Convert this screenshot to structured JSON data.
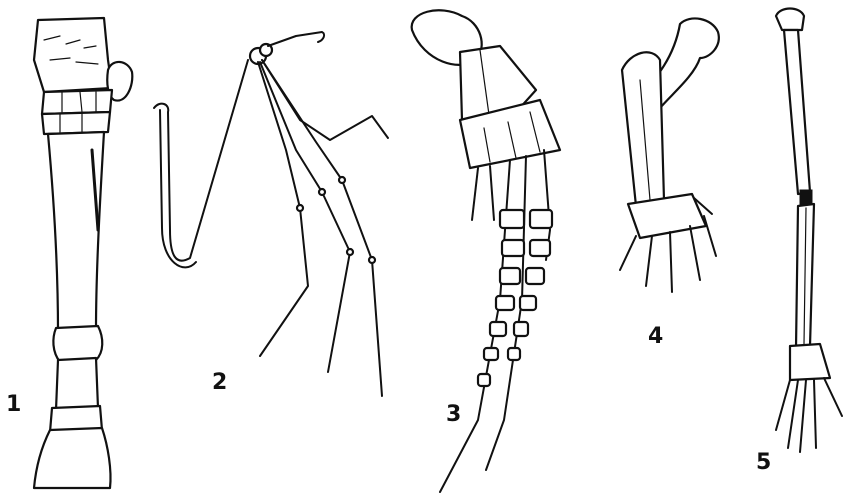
{
  "figure": {
    "labels": [
      "1",
      "2",
      "3",
      "4",
      "5"
    ],
    "limbs": [
      {
        "label": "1",
        "icon": "horse-leg-bones-icon"
      },
      {
        "label": "2",
        "icon": "bat-wing-bones-icon"
      },
      {
        "label": "3",
        "icon": "whale-flipper-bones-icon"
      },
      {
        "label": "4",
        "icon": "mole-forelimb-bones-icon"
      },
      {
        "label": "5",
        "icon": "monkey-arm-bones-icon"
      }
    ],
    "ink_color": "#111111",
    "background_color": "#ffffff"
  }
}
